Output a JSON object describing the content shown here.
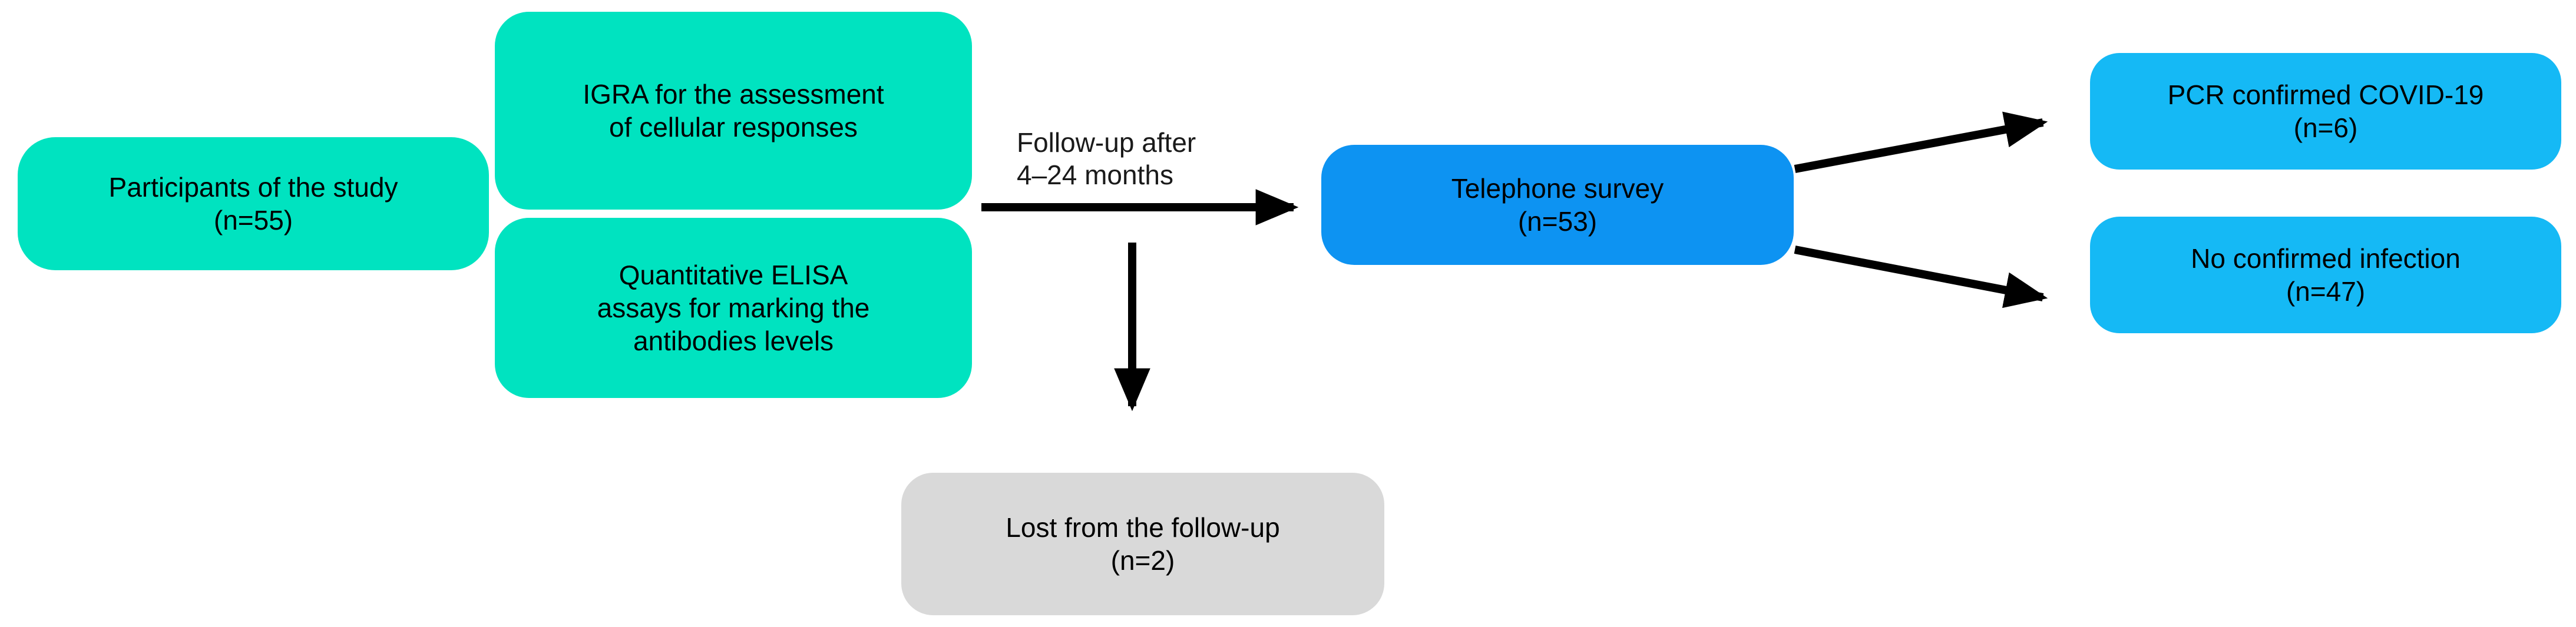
{
  "diagram": {
    "type": "study-flowchart",
    "background_color": "#ffffff",
    "colors": {
      "teal": "#00e3c0",
      "blue_primary": "#0d93f2",
      "blue_light": "#15b9f5",
      "gray": "#d9d9d9",
      "arrow": "#000000",
      "text": "#000000"
    },
    "nodes": {
      "participants": {
        "text": "Participants of the study\n(n=55)",
        "color": "#00e3c0",
        "count": 55
      },
      "igra": {
        "text": "IGRA for the assessment\nof cellular responses",
        "color": "#00e3c0"
      },
      "elisa": {
        "text": "Quantitative ELISA\nassays for marking the\nantibodies levels",
        "color": "#00e3c0"
      },
      "telephone": {
        "text": "Telephone survey\n(n=53)",
        "color": "#0d93f2",
        "count": 53
      },
      "pcr": {
        "text": "PCR confirmed COVID-19\n(n=6)",
        "color": "#15b9f5",
        "count": 6
      },
      "noinfection": {
        "text": "No confirmed infection\n(n=47)",
        "color": "#15b9f5",
        "count": 47
      },
      "lost": {
        "text": "Lost from the follow-up\n(n=2)",
        "color": "#d9d9d9",
        "count": 2
      }
    },
    "edges": {
      "followup_label": "Follow-up after\n4–24 months"
    }
  }
}
